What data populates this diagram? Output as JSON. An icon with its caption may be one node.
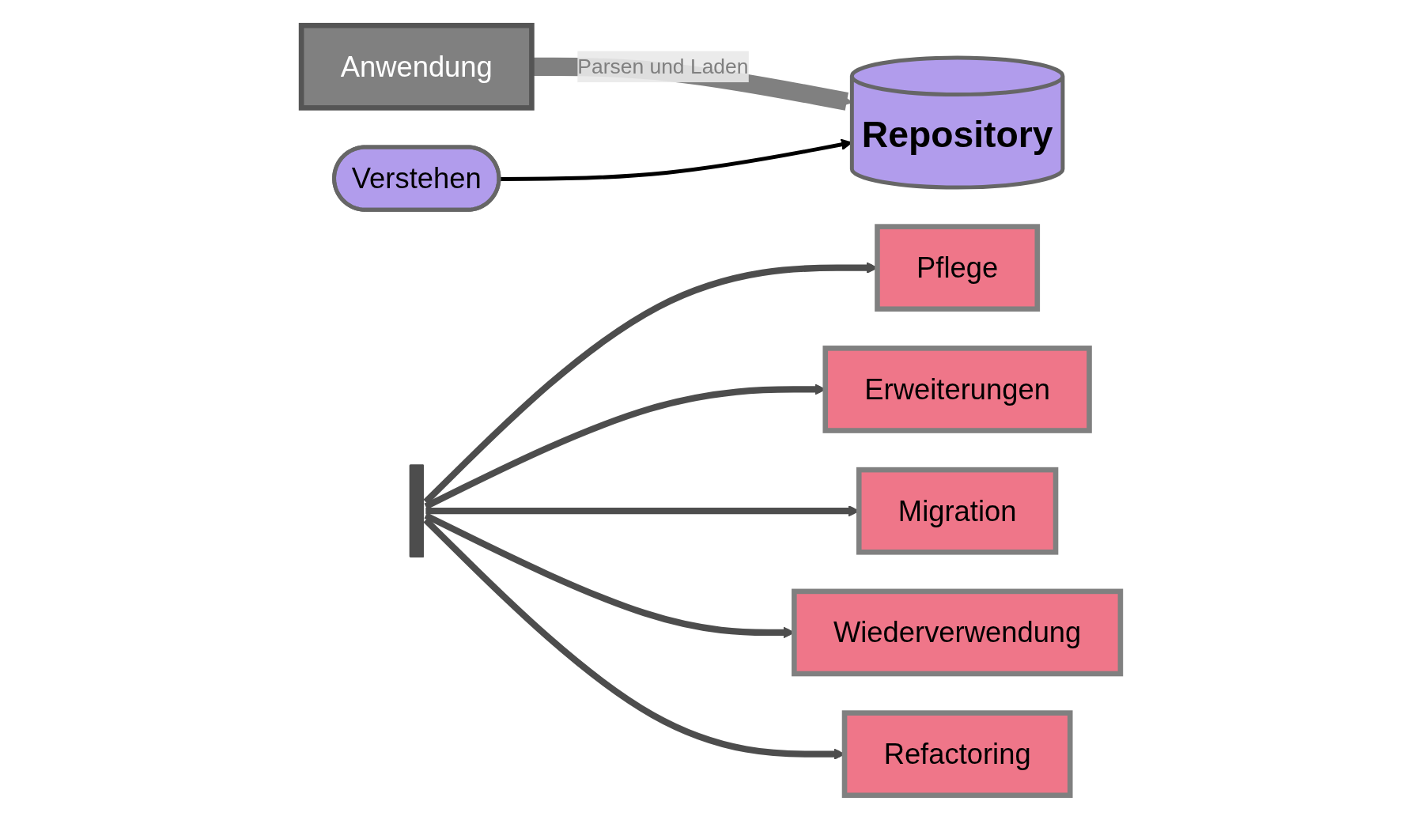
{
  "diagram": {
    "nodes": [
      {
        "text": [
          "Anwendung"
        ]
      },
      {
        "text": [
          "Verstehen"
        ]
      },
      {
        "text": [
          "Repository"
        ]
      },
      {
        "text": [],
        "shape": "bar"
      },
      {
        "text": [
          "Pflege"
        ]
      },
      {
        "text": [
          "Erweiterungen"
        ]
      },
      {
        "text": [
          "Migration"
        ]
      },
      {
        "text": [
          "Wiederverwendung"
        ]
      },
      {
        "text": [
          "Refactoring"
        ]
      }
    ],
    "edges": [
      {
        "from": 0,
        "to": 2,
        "arrow": "to",
        "label": "Parsen und Laden",
        "style": "thick",
        "color": "#808080"
      },
      {
        "from": 1,
        "to": 2,
        "arrow": "to",
        "color": "#000000"
      },
      {
        "from": 3,
        "to": 4,
        "arrow": "to"
      },
      {
        "from": 3,
        "to": 5,
        "arrow": "to"
      },
      {
        "from": 3,
        "to": 6,
        "arrow": "to"
      },
      {
        "from": 3,
        "to": 7,
        "arrow": "to"
      },
      {
        "from": 3,
        "to": 8,
        "arrow": "to"
      }
    ]
  }
}
